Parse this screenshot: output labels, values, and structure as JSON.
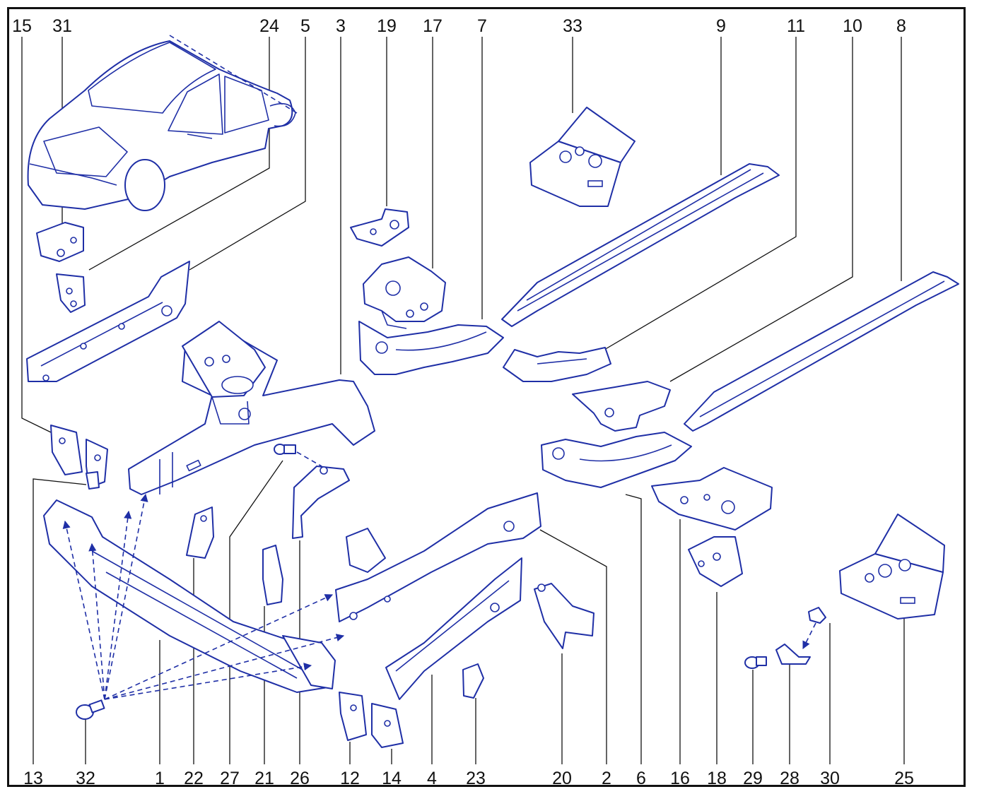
{
  "callouts_top": [
    "15",
    "31",
    "24",
    "5",
    "3",
    "19",
    "17",
    "7",
    "33",
    "9",
    "11",
    "10",
    "8"
  ],
  "callouts_bottom": [
    "13",
    "32",
    "1",
    "22",
    "27",
    "21",
    "26",
    "12",
    "14",
    "4",
    "23",
    "20",
    "2",
    "6",
    "16",
    "18",
    "29",
    "28",
    "30",
    "25"
  ],
  "colors": {
    "line_art": "#1f2fa6",
    "text": "#111111",
    "border": "#111111",
    "background": "#ffffff"
  }
}
